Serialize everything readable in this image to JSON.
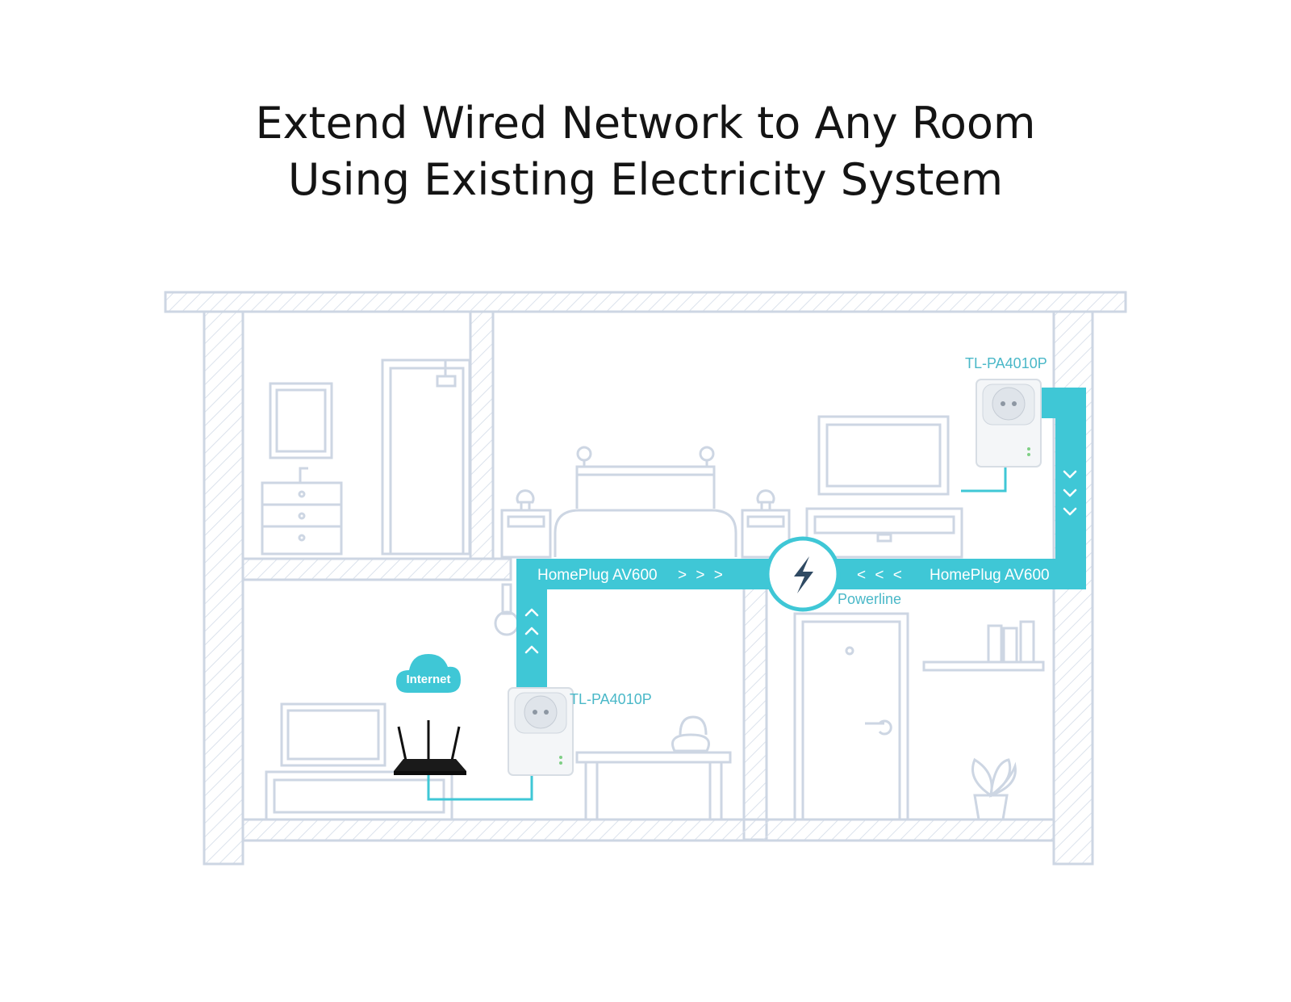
{
  "title": {
    "line1": "Extend Wired Network to Any Room",
    "line2": "Using Existing Electricity System"
  },
  "colors": {
    "accent": "#3fc7d6",
    "outline": "#cdd6e3",
    "text": "#141414",
    "label": "#4ab8c8"
  },
  "labels": {
    "device_top": "TL-PA4010P",
    "device_bottom": "TL-PA4010P",
    "homeplug_left": "HomePlug AV600",
    "homeplug_right": "HomePlug AV600",
    "powerline": "Powerline",
    "internet": "Internet",
    "arrows_right": "> > >",
    "arrows_left": "< < <"
  },
  "icons": [
    "lightning-icon",
    "cloud-icon",
    "router-icon",
    "powerline-adapter-icon"
  ]
}
